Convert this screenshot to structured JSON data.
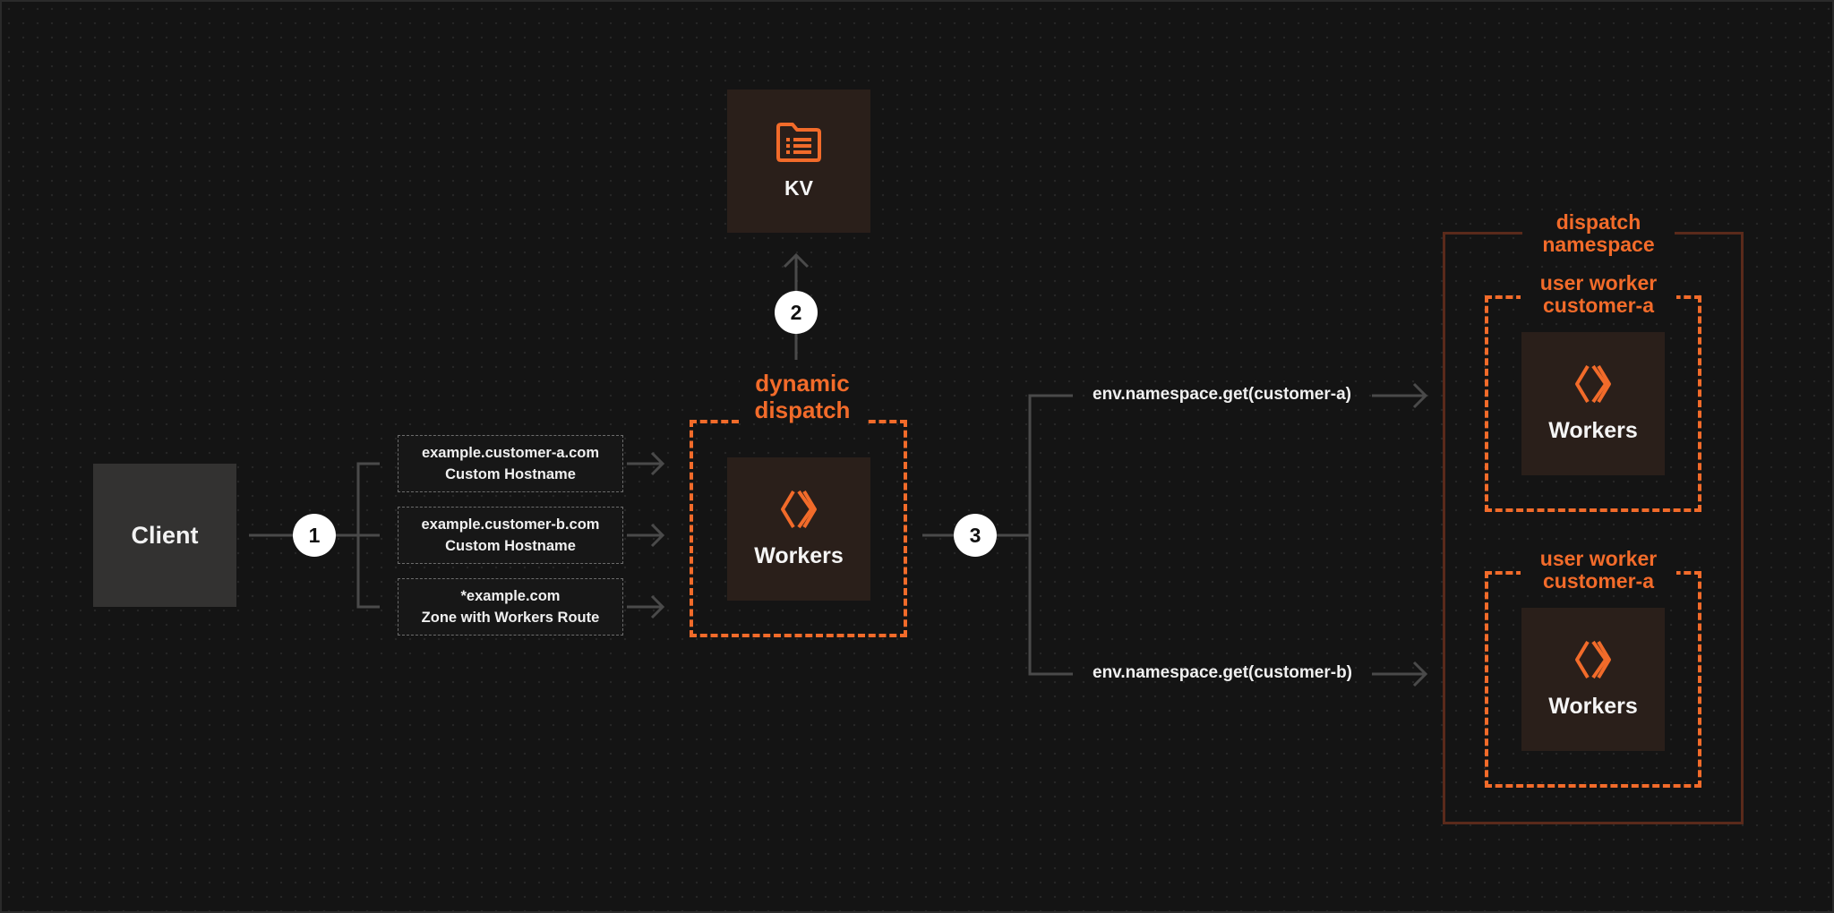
{
  "client": {
    "label": "Client"
  },
  "hostnames": [
    {
      "line1": "example.customer-a.com",
      "line2": "Custom Hostname"
    },
    {
      "line1": "example.customer-b.com",
      "line2": "Custom Hostname"
    },
    {
      "line1": "*example.com",
      "line2": "Zone with Workers Route"
    }
  ],
  "steps": [
    "1",
    "2",
    "3"
  ],
  "kv": {
    "label": "KV",
    "icon": "folder-list-icon"
  },
  "dispatch": {
    "line1": "dynamic",
    "line2": "dispatch",
    "worker_label": "Workers",
    "icon": "workers-chevron-icon"
  },
  "calls": [
    "env.namespace.get(customer-a)",
    "env.namespace.get(customer-b)"
  ],
  "namespace": {
    "line1": "dispatch",
    "line2": "namespace",
    "user_workers": [
      {
        "line1": "user worker",
        "line2": "customer-a",
        "worker_label": "Workers"
      },
      {
        "line1": "user worker",
        "line2": "customer-a",
        "worker_label": "Workers"
      }
    ]
  },
  "colors": {
    "background": "#141414",
    "accent": "#f26b2a",
    "line": "#4a4a4a",
    "box_dark": "#2a1f1a",
    "client_box": "#333231",
    "namespace_border": "#5a2a1b"
  }
}
